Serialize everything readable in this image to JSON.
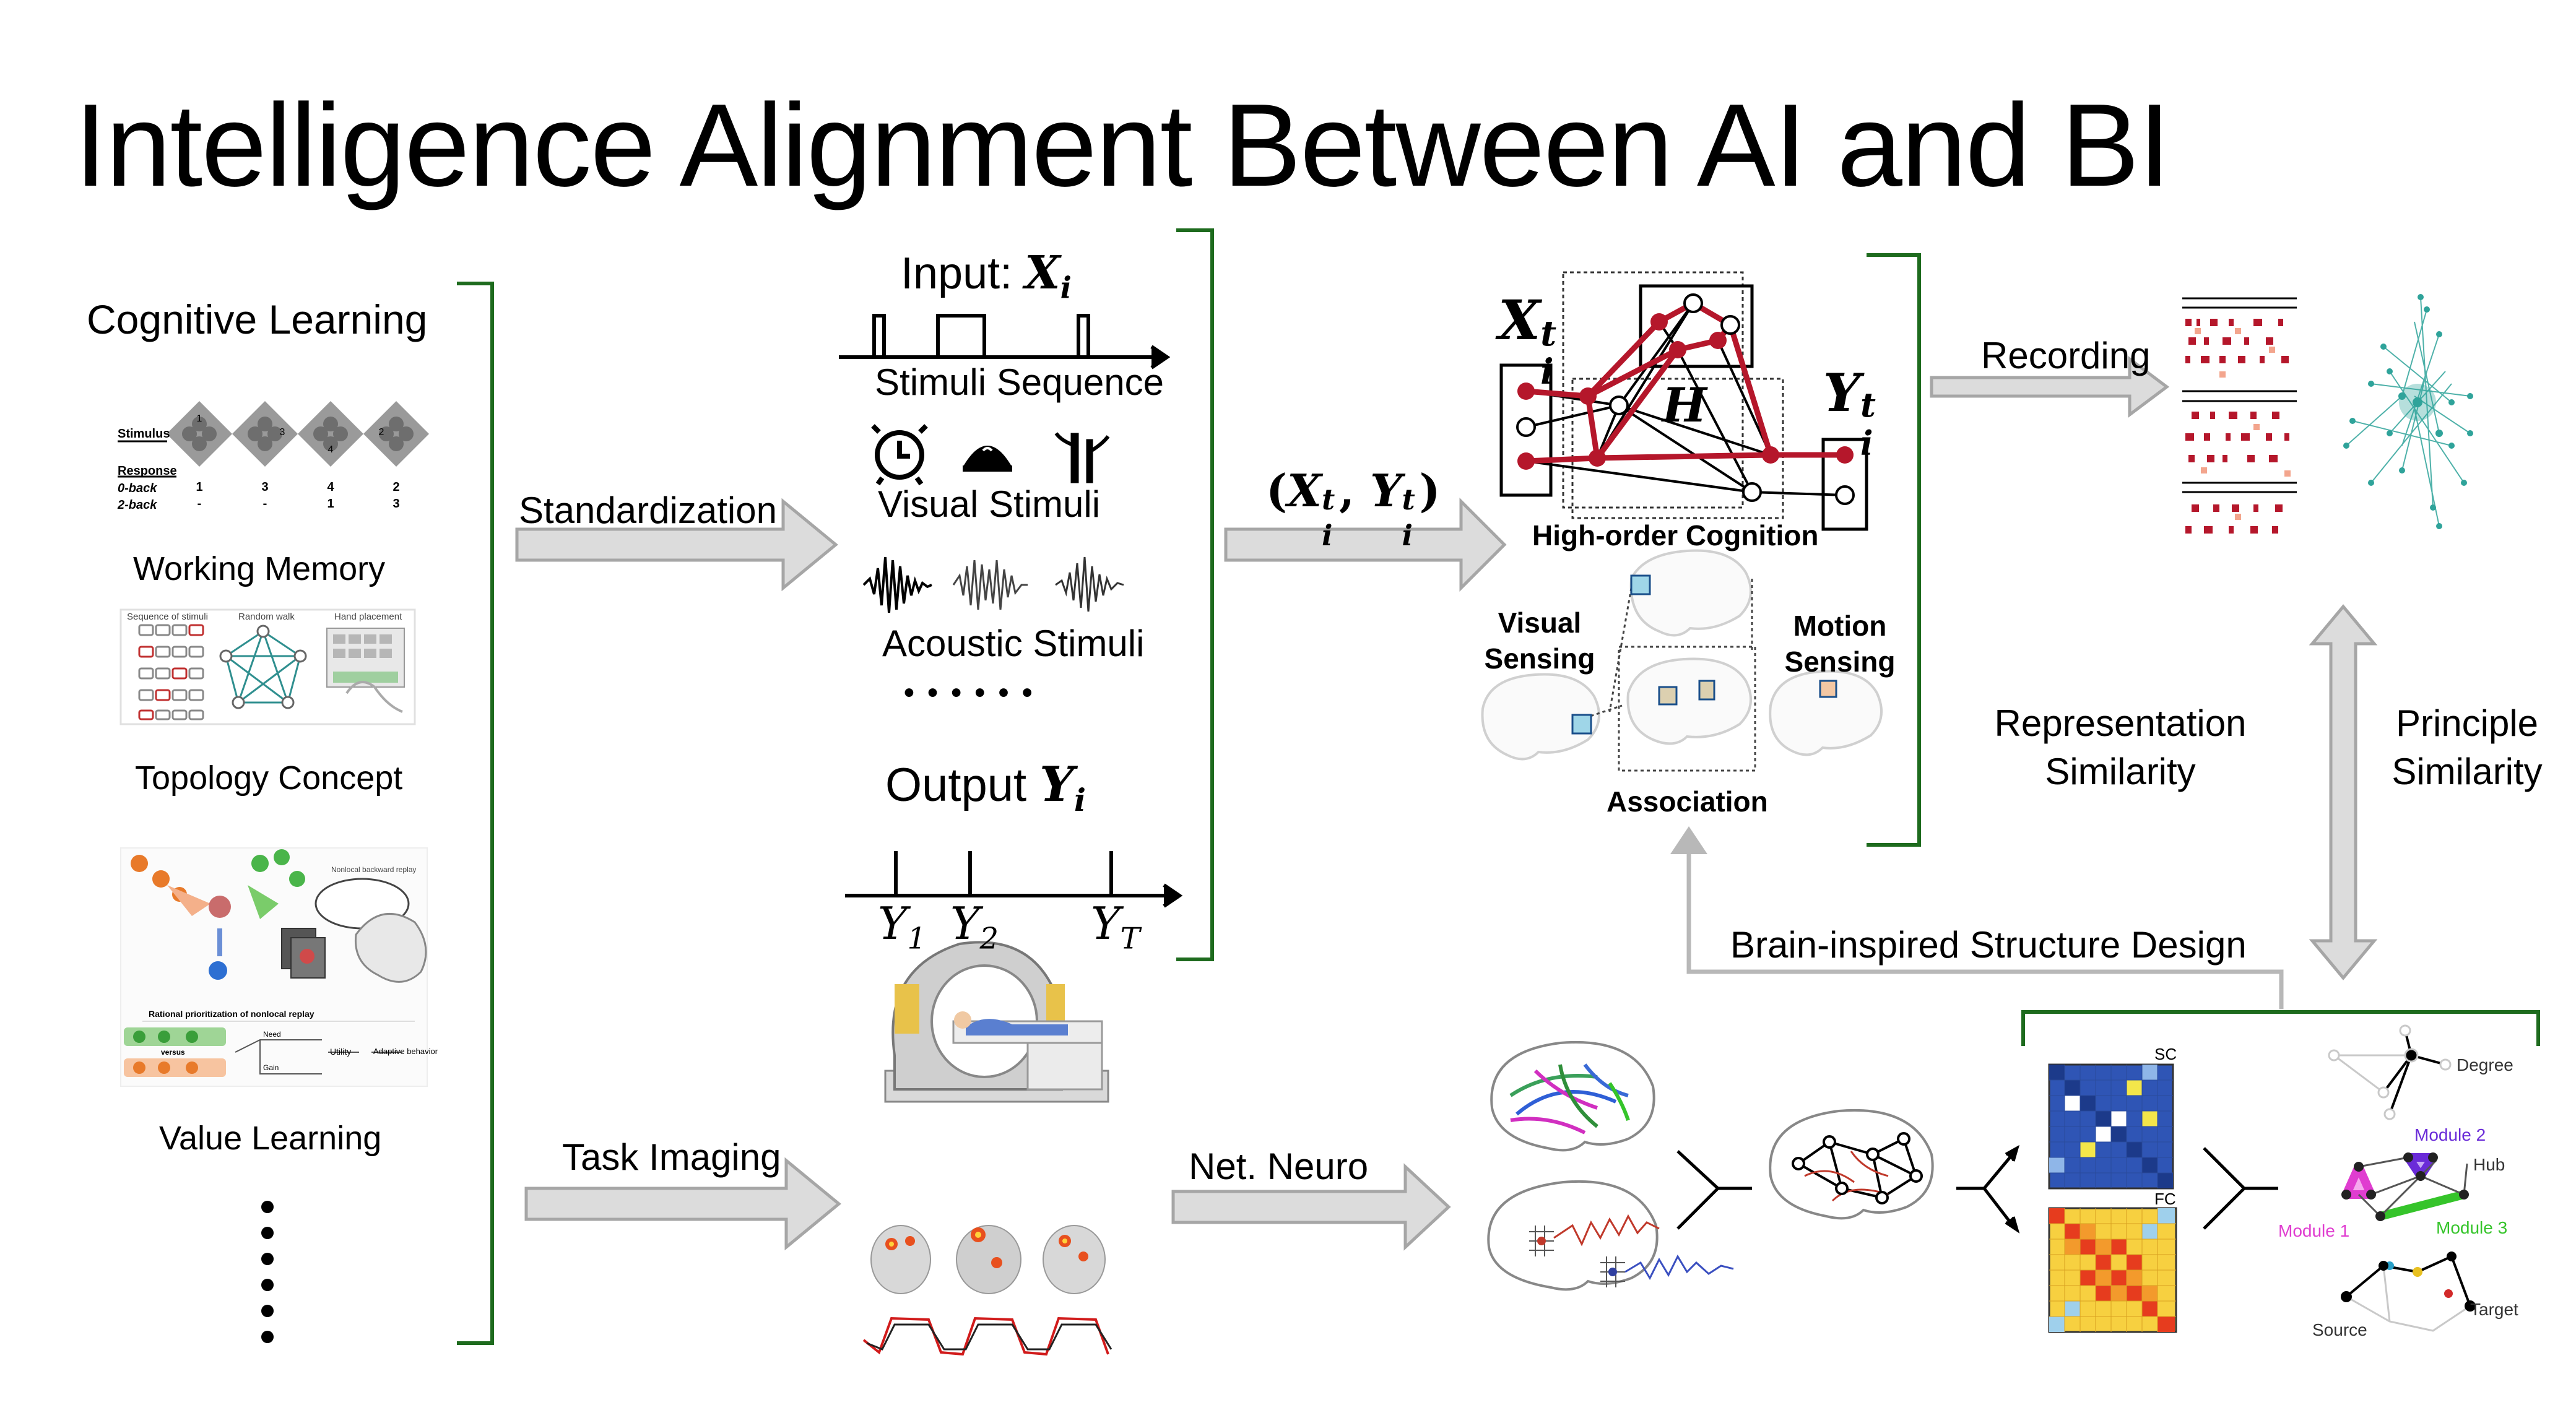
{
  "title": "Intelligence Alignment Between AI and BI",
  "left_column": {
    "heading": "Cognitive Learning",
    "items": [
      "Working Memory",
      "Topology Concept",
      "Value Learning"
    ],
    "stimulus_panel": {
      "stimulus_label": "Stimulus",
      "stimuli": [
        "1",
        "3",
        "4",
        "2"
      ],
      "response_label": "Response",
      "rows": [
        {
          "label": "0-back",
          "values": [
            "1",
            "3",
            "4",
            "2"
          ]
        },
        {
          "label": "2-back",
          "values": [
            "-",
            "-",
            "1",
            "3"
          ]
        }
      ]
    },
    "topology_panel": {
      "headers": [
        "Sequence of stimuli",
        "Random walk",
        "Hand placement"
      ]
    },
    "value_panel": {
      "caption_top": "Nonlocal backward replay",
      "caption_mid": "Rational prioritization of nonlocal replay",
      "utility_label": "Utility",
      "adaptive_label": "Adaptive behavior",
      "versus_label": "versus",
      "need_label": "Need",
      "gain_label": "Gain"
    }
  },
  "arrows": {
    "standardization": "Standardization",
    "task_imaging": "Task Imaging",
    "net_neuro": "Net. Neuro",
    "recording": "Recording",
    "brain_inspired": "Brain-inspired Structure Design"
  },
  "standardization_panel": {
    "input_label": "Input: ",
    "input_var": "X",
    "input_sub": "i",
    "stimuli_sequence": "Stimuli Sequence",
    "visual_stimuli": "Visual Stimuli",
    "acoustic_stimuli": "Acoustic Stimuli",
    "ellipsis": "• • • • • •",
    "output_label": "Output ",
    "output_var": "Y",
    "output_sub": "i",
    "output_ticks": [
      {
        "var": "Y",
        "sub": "1"
      },
      {
        "var": "Y",
        "sub": "2"
      },
      {
        "var": "Y",
        "sub": "T"
      }
    ]
  },
  "pair_label": "(X_i^t, Y_i^t)",
  "cognition_panel": {
    "x_var": "X",
    "x_sup": "t",
    "x_sub": "i",
    "y_var": "Y",
    "y_sup": "t",
    "y_sub": "i",
    "h_var": "H",
    "high_order": "High-order Cognition",
    "visual_sensing": "Visual\nSensing",
    "motion_sensing": "Motion\nSensing",
    "association": "Association"
  },
  "similarity": {
    "representation": "Representation\nSimilarity",
    "principle": "Principle\nSimilarity"
  },
  "network_panel": {
    "sc_label": "SC",
    "fc_label": "FC",
    "degree": "Degree",
    "module1": "Module 1",
    "module2": "Module 2",
    "module3": "Module 3",
    "hub": "Hub",
    "source": "Source",
    "target": "Target"
  },
  "colors": {
    "bracket_green": "#1e6b1e",
    "arrow_gray": "#c8c8c8",
    "arrow_stroke": "#a6a6a6",
    "network_red": "#b5172b",
    "teal": "#2fa39a",
    "module1": "#e03dd0",
    "module2": "#6a2bd8",
    "module3": "#35c42a"
  }
}
